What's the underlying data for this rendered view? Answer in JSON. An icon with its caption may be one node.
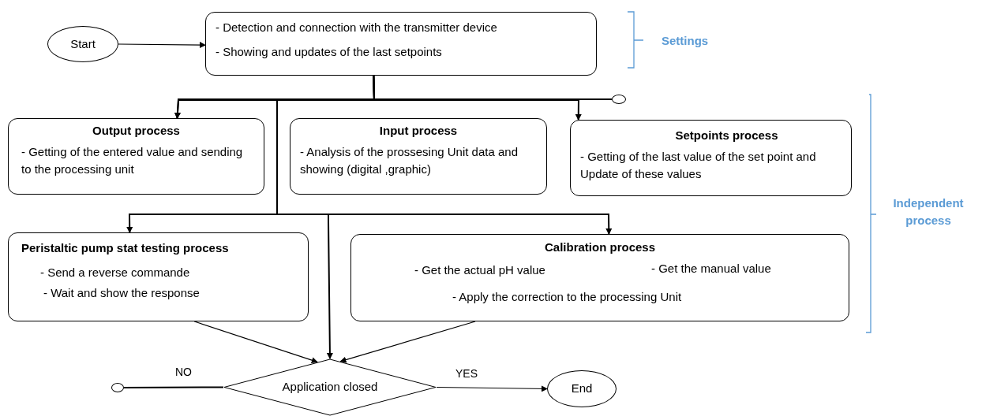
{
  "diagram": {
    "nodes": [
      {
        "text": [
          "Start"
        ]
      },
      {
        "text": [
          "- Detection and connection with the transmitter device",
          "- Showing and updates of the last setpoints"
        ]
      },
      {
        "text": [
          "Output process",
          "- Getting of the entered value and sending to the processing unit"
        ]
      },
      {
        "text": [
          "Input process",
          "- Analysis of the prossesing Unit data and showing (digital ,graphic)"
        ]
      },
      {
        "text": [
          "Setpoints process",
          "- Getting of the last value of the set point and Update of these values"
        ]
      },
      {
        "text": [
          "Peristaltic pump stat testing process",
          "- Send a reverse commande",
          "- Wait and show the response"
        ]
      },
      {
        "text": [
          "Calibration process",
          "- Get the actual pH value",
          "- Get the manual value",
          "- Apply the correction to the processing Unit"
        ]
      },
      {
        "text": [
          "Application closed"
        ]
      },
      {
        "text": [
          "End"
        ]
      },
      {
        "text": [],
        "shape": "circle"
      },
      {
        "text": [],
        "shape": "circle"
      }
    ],
    "edges": [
      {
        "from": 0,
        "to": 1,
        "arrow": "to"
      },
      {
        "from": 1,
        "to": 2,
        "arrow": "to"
      },
      {
        "from": 1,
        "to": 4,
        "arrow": "to"
      },
      {
        "from": 1,
        "to": 5,
        "arrow": "to"
      },
      {
        "from": 1,
        "to": 6,
        "arrow": "to"
      },
      {
        "from": 1,
        "to": 7,
        "arrow": "to"
      },
      {
        "from": 5,
        "to": 7,
        "arrow": "to"
      },
      {
        "from": 6,
        "to": 7,
        "arrow": "to"
      },
      {
        "from": 7,
        "to": 10,
        "arrow": "none",
        "label": "NO"
      },
      {
        "from": 7,
        "to": 8,
        "arrow": "to",
        "label": "YES"
      },
      {
        "from": 9,
        "to": 2,
        "arrow": "to"
      }
    ],
    "labels": [
      "Settings",
      "Independent process"
    ]
  }
}
